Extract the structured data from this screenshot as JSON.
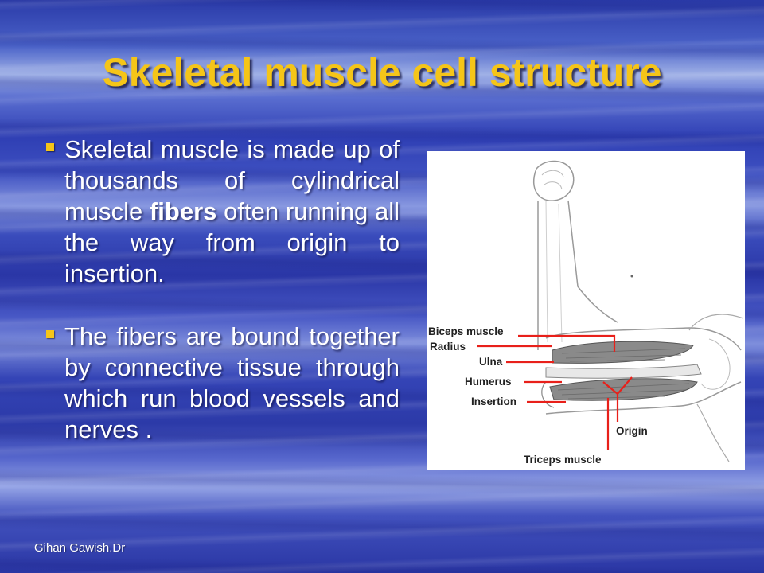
{
  "slide": {
    "title": "Skeletal muscle cell structure",
    "bullets": [
      {
        "text_before": "Skeletal muscle is made up of thousands of cylindrical muscle ",
        "bold": "fibers",
        "text_after": " often running all the way from origin to insertion."
      },
      {
        "text_before": "The fibers are bound together by connective tissue through which run blood vessels and nerves .",
        "bold": "",
        "text_after": ""
      }
    ],
    "footer": "Gihan Gawish.Dr"
  },
  "figure": {
    "labels": {
      "biceps": "Biceps muscle",
      "radius": "Radius",
      "ulna": "Ulna",
      "humerus": "Humerus",
      "insertion": "Insertion",
      "origin": "Origin",
      "triceps": "Triceps muscle"
    },
    "colors": {
      "leader_lines": "#e8201a",
      "title": "#f5c518"
    }
  }
}
